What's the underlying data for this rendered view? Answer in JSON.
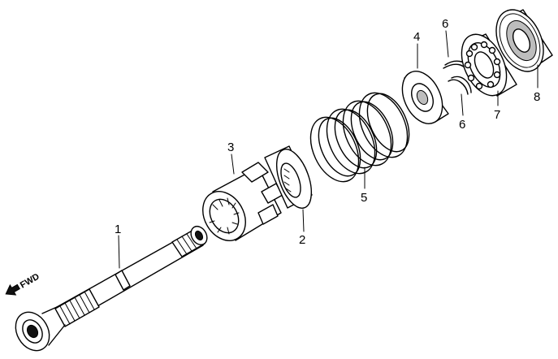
{
  "callouts": [
    {
      "id": "1",
      "text": "1"
    },
    {
      "id": "2",
      "text": "2"
    },
    {
      "id": "3",
      "text": "3"
    },
    {
      "id": "4",
      "text": "4"
    },
    {
      "id": "5",
      "text": "5"
    },
    {
      "id": "6a",
      "text": "6"
    },
    {
      "id": "6b",
      "text": "6"
    },
    {
      "id": "7",
      "text": "7"
    },
    {
      "id": "8",
      "text": "8"
    }
  ],
  "direction_marker": {
    "text": "FWD",
    "icon": "arrow-left-icon"
  },
  "colors": {
    "ink": "#000000",
    "paper": "#ffffff",
    "shade": "#bdbdbd"
  }
}
